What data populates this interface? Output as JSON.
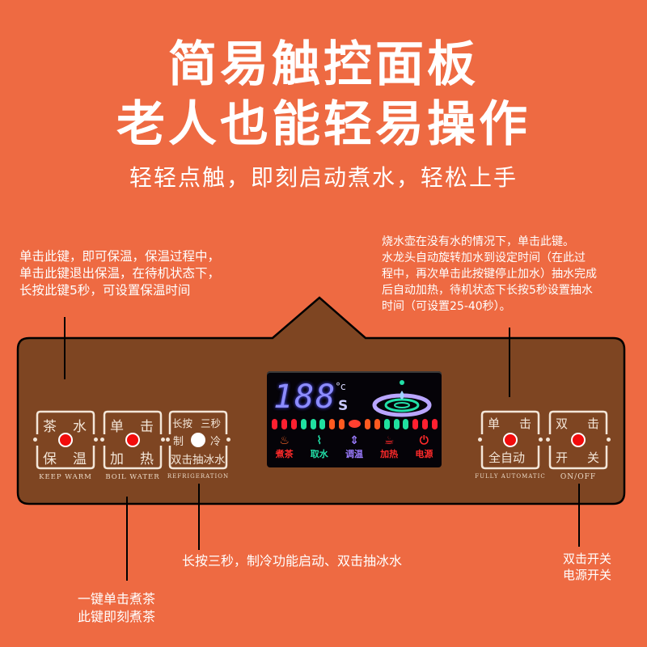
{
  "header": {
    "title_line1": "简易触控面板",
    "title_line2": "老人也能轻易操作",
    "subtitle": "轻轻点触，即刻启动煮水，轻松上手"
  },
  "colors": {
    "background": "#EE6A42",
    "panel": "#7E4522",
    "panel_outline": "#000000",
    "button_text": "#F3E6D8",
    "indicator_red": "#F20C0C",
    "lcd_bg": "#050308",
    "lcd_blue": "#8C8CFF",
    "lcd_green": "#20E0A0",
    "lcd_red": "#FF2030",
    "lcd_orange": "#FF5A20",
    "lcd_purple": "#9B7CFF"
  },
  "annotations": {
    "keep_warm": [
      "单击此键，即可保温，保温过程中，",
      "单击此键退出保温，在待机状态下，",
      "长按此键5秒，可设置保温时间"
    ],
    "auto": [
      "烧水壶在没有水的情况下，单击此键。",
      "水龙头自动旋转加水到设定时间（在此过",
      "程中，再次单击此按键停止加水）抽水完成",
      "后自动加热，待机状态下长按5秒设置抽水",
      "时间（可设置25-40秒）。"
    ],
    "refrigeration": "长按三秒，制冷功能启动、双击抽冰水",
    "boil": [
      "一键单击煮茶",
      "此键即刻煮茶"
    ],
    "power": [
      "双击开关",
      "电源开关"
    ]
  },
  "buttons": [
    {
      "id": "keep-warm",
      "top_left": "茶",
      "top_right": "水",
      "bottom_left": "保",
      "bottom_right": "温",
      "caption": "KEEP WARM",
      "dot": "red"
    },
    {
      "id": "boil-water",
      "top_left": "单",
      "top_right": "击",
      "bottom_left": "加",
      "bottom_right": "热",
      "caption": "BOIL WATER",
      "dot": "red"
    },
    {
      "id": "refrigeration",
      "top_left": "长按",
      "top_right": "三秒",
      "mid_left": "制",
      "mid_right": "冷",
      "bottom": "双击抽冰水",
      "caption": "REFRIGERATION",
      "dot": "white"
    },
    {
      "id": "fully-automatic",
      "top_left": "单",
      "top_right": "击",
      "bottom": "全自动",
      "caption": "FULLY AUTOMATIC",
      "dot": "red"
    },
    {
      "id": "on-off",
      "top_left": "双",
      "top_right": "击",
      "bottom_left": "开",
      "bottom_right": "关",
      "caption": "ON/OFF",
      "dot": "red"
    }
  ],
  "lcd": {
    "digits": "188",
    "unit_temp": "°c",
    "unit_time": "S",
    "bars": [
      "red",
      "red",
      "red",
      "green",
      "green",
      "green",
      "orange",
      "orange",
      "oval",
      "orange",
      "orange",
      "green",
      "green",
      "green",
      "red",
      "red",
      "red"
    ],
    "icons": [
      {
        "glyph": "♨",
        "label": "煮茶",
        "color": "red"
      },
      {
        "glyph": "⌇",
        "label": "取水",
        "color": "green"
      },
      {
        "glyph": "⇕",
        "label": "调温",
        "color": "purple"
      },
      {
        "glyph": "☕",
        "label": "加热",
        "color": "red"
      },
      {
        "glyph": "⏻",
        "label": "电源",
        "color": "red"
      }
    ]
  }
}
